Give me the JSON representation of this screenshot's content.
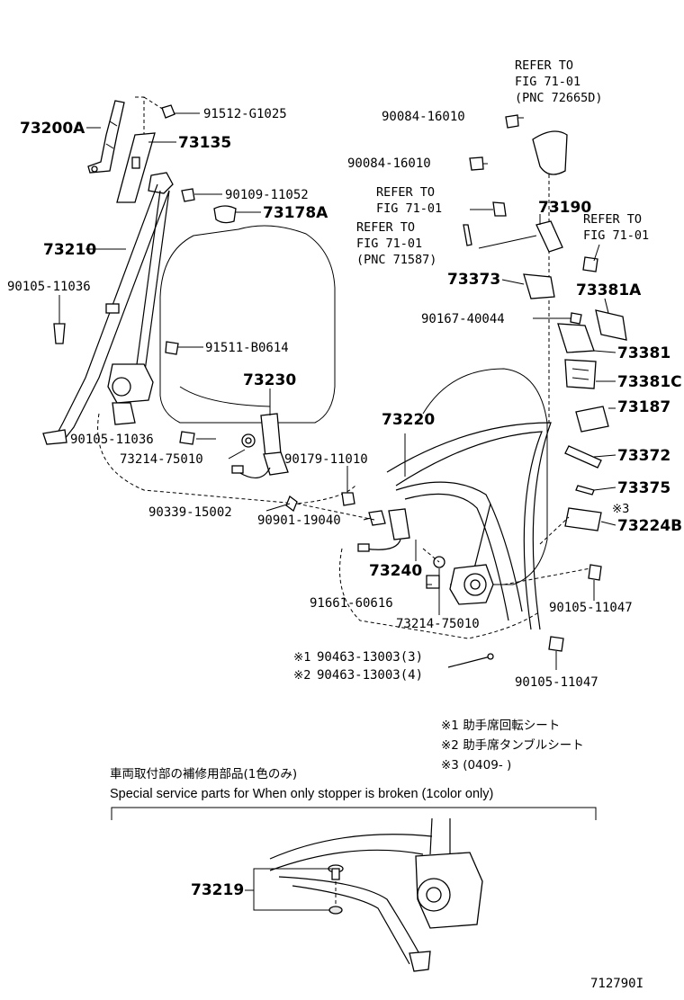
{
  "labels": {
    "p73200A": "73200A",
    "p73135": "73135",
    "p73178A": "73178A",
    "p73210": "73210",
    "p73230": "73230",
    "p73220": "73220",
    "p73240": "73240",
    "p73190": "73190",
    "p73373": "73373",
    "p73381A": "73381A",
    "p73381": "73381",
    "p73381C": "73381C",
    "p73187": "73187",
    "p73372": "73372",
    "p73375": "73375",
    "p73224B": "73224B",
    "p73219": "73219",
    "p91512": "91512-G1025",
    "p90109": "90109-11052",
    "p90105_a": "90105-11036",
    "p91511": "91511-B0614",
    "p90105_b": "90105-11036",
    "p73214_a": "73214-75010",
    "p90179": "90179-11010",
    "p90339": "90339-15002",
    "p90901": "90901-19040",
    "p91661": "91661-60616",
    "p73214_b": "73214-75010",
    "p90463_1": "90463-13003(3)",
    "p90463_2": "90463-13003(4)",
    "p90105_c": "90105-11047",
    "p90105_d": "90105-11047",
    "p90084_a": "90084-16010",
    "p90084_b": "90084-16010",
    "p90167": "90167-40044",
    "mark1": "※1",
    "mark2": "※2",
    "mark3": "※3"
  },
  "refs": {
    "ref1": [
      "REFER TO",
      "FIG 71-01",
      "(PNC 72665D)"
    ],
    "ref2": [
      "REFER TO",
      "FIG 71-01"
    ],
    "ref3": [
      "REFER TO",
      "FIG 71-01",
      "(PNC 71587)"
    ],
    "ref4": [
      "REFER TO",
      "FIG 71-01"
    ]
  },
  "notes": {
    "n1": "※1 助手席回転シート",
    "n2": "※2 助手席タンブルシート",
    "n3": "※3 (0409-          )"
  },
  "service": {
    "jp": "車両取付部の補修用部品(1色のみ)",
    "en": "Special service parts for When only stopper is broken (1color only)"
  },
  "figure_id": "712790I"
}
